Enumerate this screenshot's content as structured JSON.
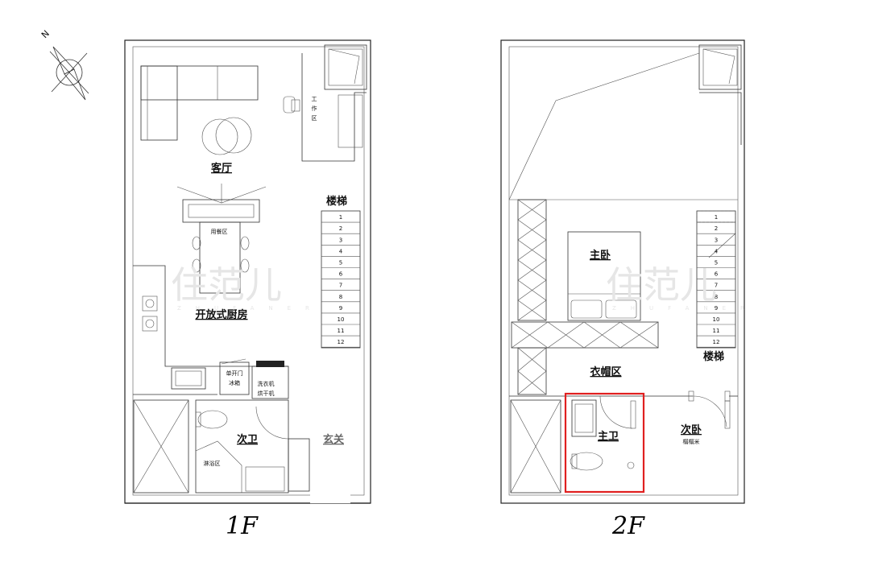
{
  "compass": {
    "label": "N",
    "icon": "north-arrow-icon"
  },
  "floor1": {
    "label": "1F",
    "rooms": {
      "living": "客厅",
      "dining": "用餐区",
      "kitchen": "开放式厨房",
      "stairs": "楼梯",
      "work_line1": "工",
      "work_line2": "作",
      "work_line3": "区",
      "fridge_line1": "单开门",
      "fridge_line2": "冰箱",
      "washer_line1": "洗衣机",
      "washer_line2": "烘干机",
      "bathroom": "次卫",
      "shower": "淋浴区",
      "entrance": "玄关"
    },
    "stair_steps": [
      "1",
      "2",
      "3",
      "4",
      "5",
      "6",
      "7",
      "8",
      "9",
      "10",
      "11",
      "12"
    ]
  },
  "floor2": {
    "label": "2F",
    "rooms": {
      "master_bedroom": "主卧",
      "cloakroom": "衣帽区",
      "master_bath": "主卫",
      "stairs": "楼梯",
      "second_bedroom": "次卧",
      "tatami": "榻榻米"
    },
    "stair_steps": [
      "1",
      "2",
      "3",
      "4",
      "5",
      "6",
      "7",
      "8",
      "9",
      "10",
      "11",
      "12"
    ],
    "highlight_color": "#e02020"
  },
  "watermark": {
    "text": "住范儿",
    "sub": "ZHUFANER"
  }
}
